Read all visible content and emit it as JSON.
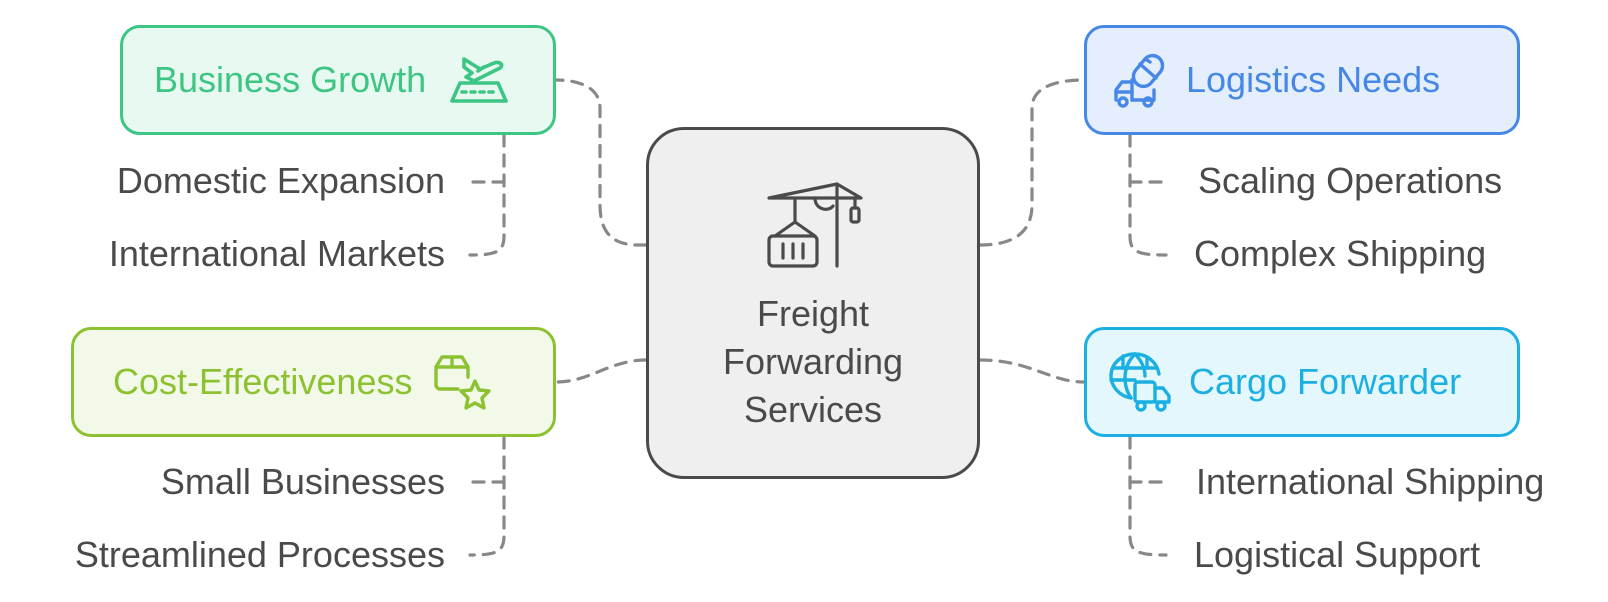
{
  "center": {
    "title": "Freight\nForwarding\nServices",
    "icon": "crane-container-icon",
    "border_color": "#4a4a4a",
    "fill_color": "#efefef"
  },
  "branches": [
    {
      "id": "growth",
      "label": "Business Growth",
      "icon": "airplane-runway-icon",
      "color": "#3dc583",
      "fill": "#e8f9f1",
      "children": [
        "Domestic Expansion",
        "International Markets"
      ]
    },
    {
      "id": "logistics",
      "label": "Logistics Needs",
      "icon": "truck-pill-icon",
      "color": "#4787e6",
      "fill": "#e4eefd",
      "children": [
        "Scaling Operations",
        "Complex Shipping"
      ]
    },
    {
      "id": "cost",
      "label": "Cost-Effectiveness",
      "icon": "box-star-icon",
      "color": "#8cc232",
      "fill": "#f2f9e9",
      "children": [
        "Small Businesses",
        "Streamlined Processes"
      ]
    },
    {
      "id": "cargo",
      "label": "Cargo Forwarder",
      "icon": "globe-truck-icon",
      "color": "#1bb0e1",
      "fill": "#e3f7fd",
      "children": [
        "International Shipping",
        "Logistical Support"
      ]
    }
  ],
  "connector_color": "#888888"
}
